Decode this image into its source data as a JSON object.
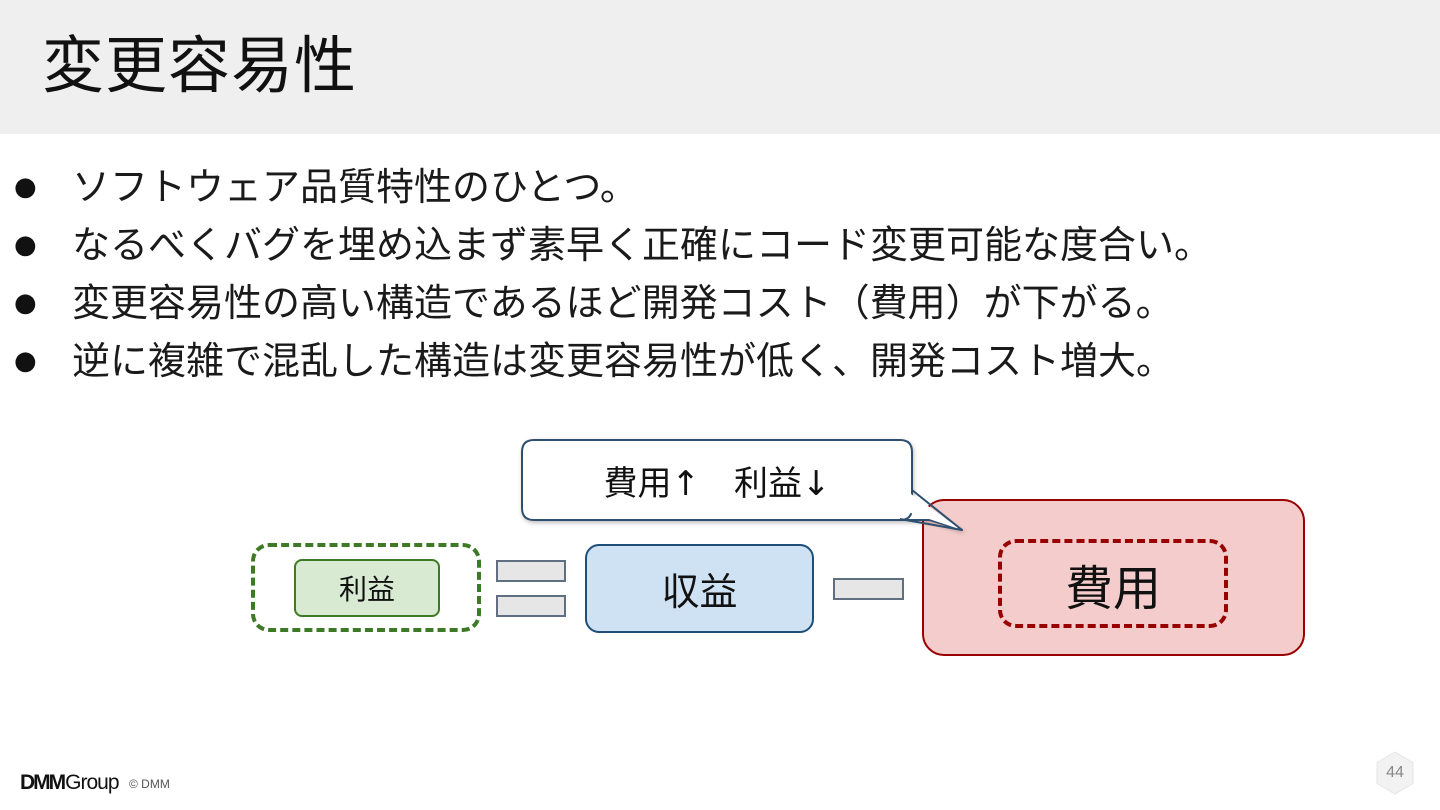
{
  "slide": {
    "title": "変更容易性",
    "bullet_symbol": "●",
    "bullets": [
      "ソフトウェア品質特性のひとつ。",
      "なるべくバグを埋め込まず素早く正確にコード変更可能な度合い。",
      "変更容易性の高い構造であるほど開発コスト（費用）が下がる。",
      "逆に複雑で混乱した構造は変更容易性が低く、開発コスト増大。"
    ]
  },
  "diagram": {
    "profit_label": "利益",
    "revenue_label": "収益",
    "cost_label": "費用",
    "callout_text": "費用↑　利益↓",
    "colors": {
      "profit_fill": "#d9ead3",
      "profit_border": "#3e7a25",
      "revenue_fill": "#cfe2f3",
      "revenue_border": "#1f4e79",
      "cost_fill": "#f4cccc",
      "cost_border": "#990000"
    }
  },
  "footer": {
    "logo_dmm": "DMM",
    "logo_group": "Group",
    "copyright": "© DMM",
    "page_number": "44"
  }
}
